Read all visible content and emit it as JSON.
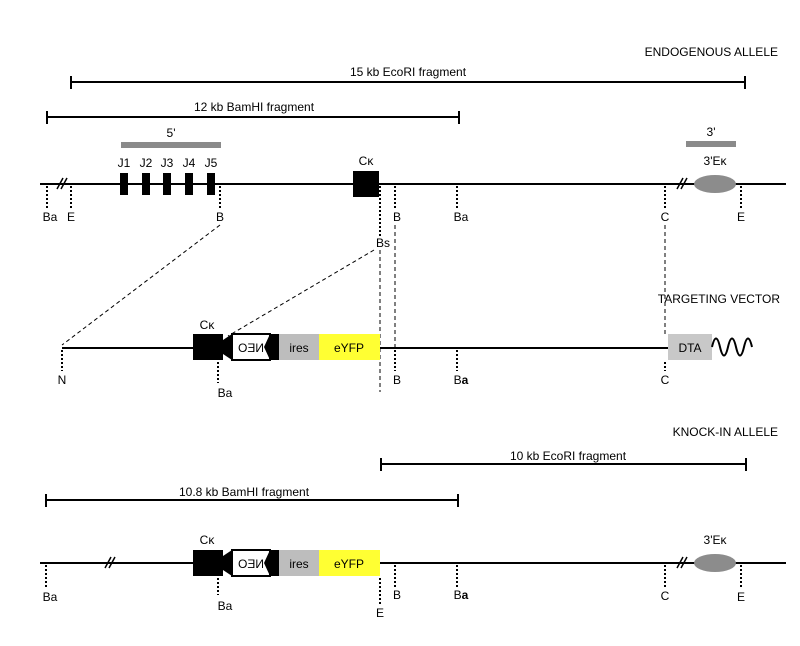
{
  "sections": {
    "endogenous": "ENDOGENOUS ALLELE",
    "targeting": "TARGETING VECTOR",
    "knockin": "KNOCK-IN ALLELE"
  },
  "fragments": {
    "ecori_15": "15 kb EcoRI fragment",
    "bamhi_12": "12 kb BamHI fragment",
    "ecori_10": "10 kb EcoRI fragment",
    "bamhi_10_8": "10.8 kb BamHI fragment"
  },
  "probes": {
    "five_prime": "5'",
    "three_prime": "3'"
  },
  "genes": {
    "j_segments": [
      "J1",
      "J2",
      "J3",
      "J4",
      "J5"
    ],
    "ck": "Cκ",
    "enhancer": "3'Eκ"
  },
  "cassette": {
    "neo": "NEO",
    "ires": "ires",
    "eyfp": "eYFP",
    "dta": "DTA"
  },
  "sites": {
    "ba": "Ba",
    "e": "E",
    "b": "B",
    "c": "C",
    "bs": "Bs",
    "n": "N",
    "ba_bold_prefix": "B",
    "ba_bold_suffix": "a"
  },
  "colors": {
    "probe_bar": "#8a8a8a",
    "ires_box": "#bdbdbd",
    "eyfp_box": "#ffff33",
    "dta_box": "#c8c8c8",
    "enhancer_oval": "#8c8c8c"
  }
}
